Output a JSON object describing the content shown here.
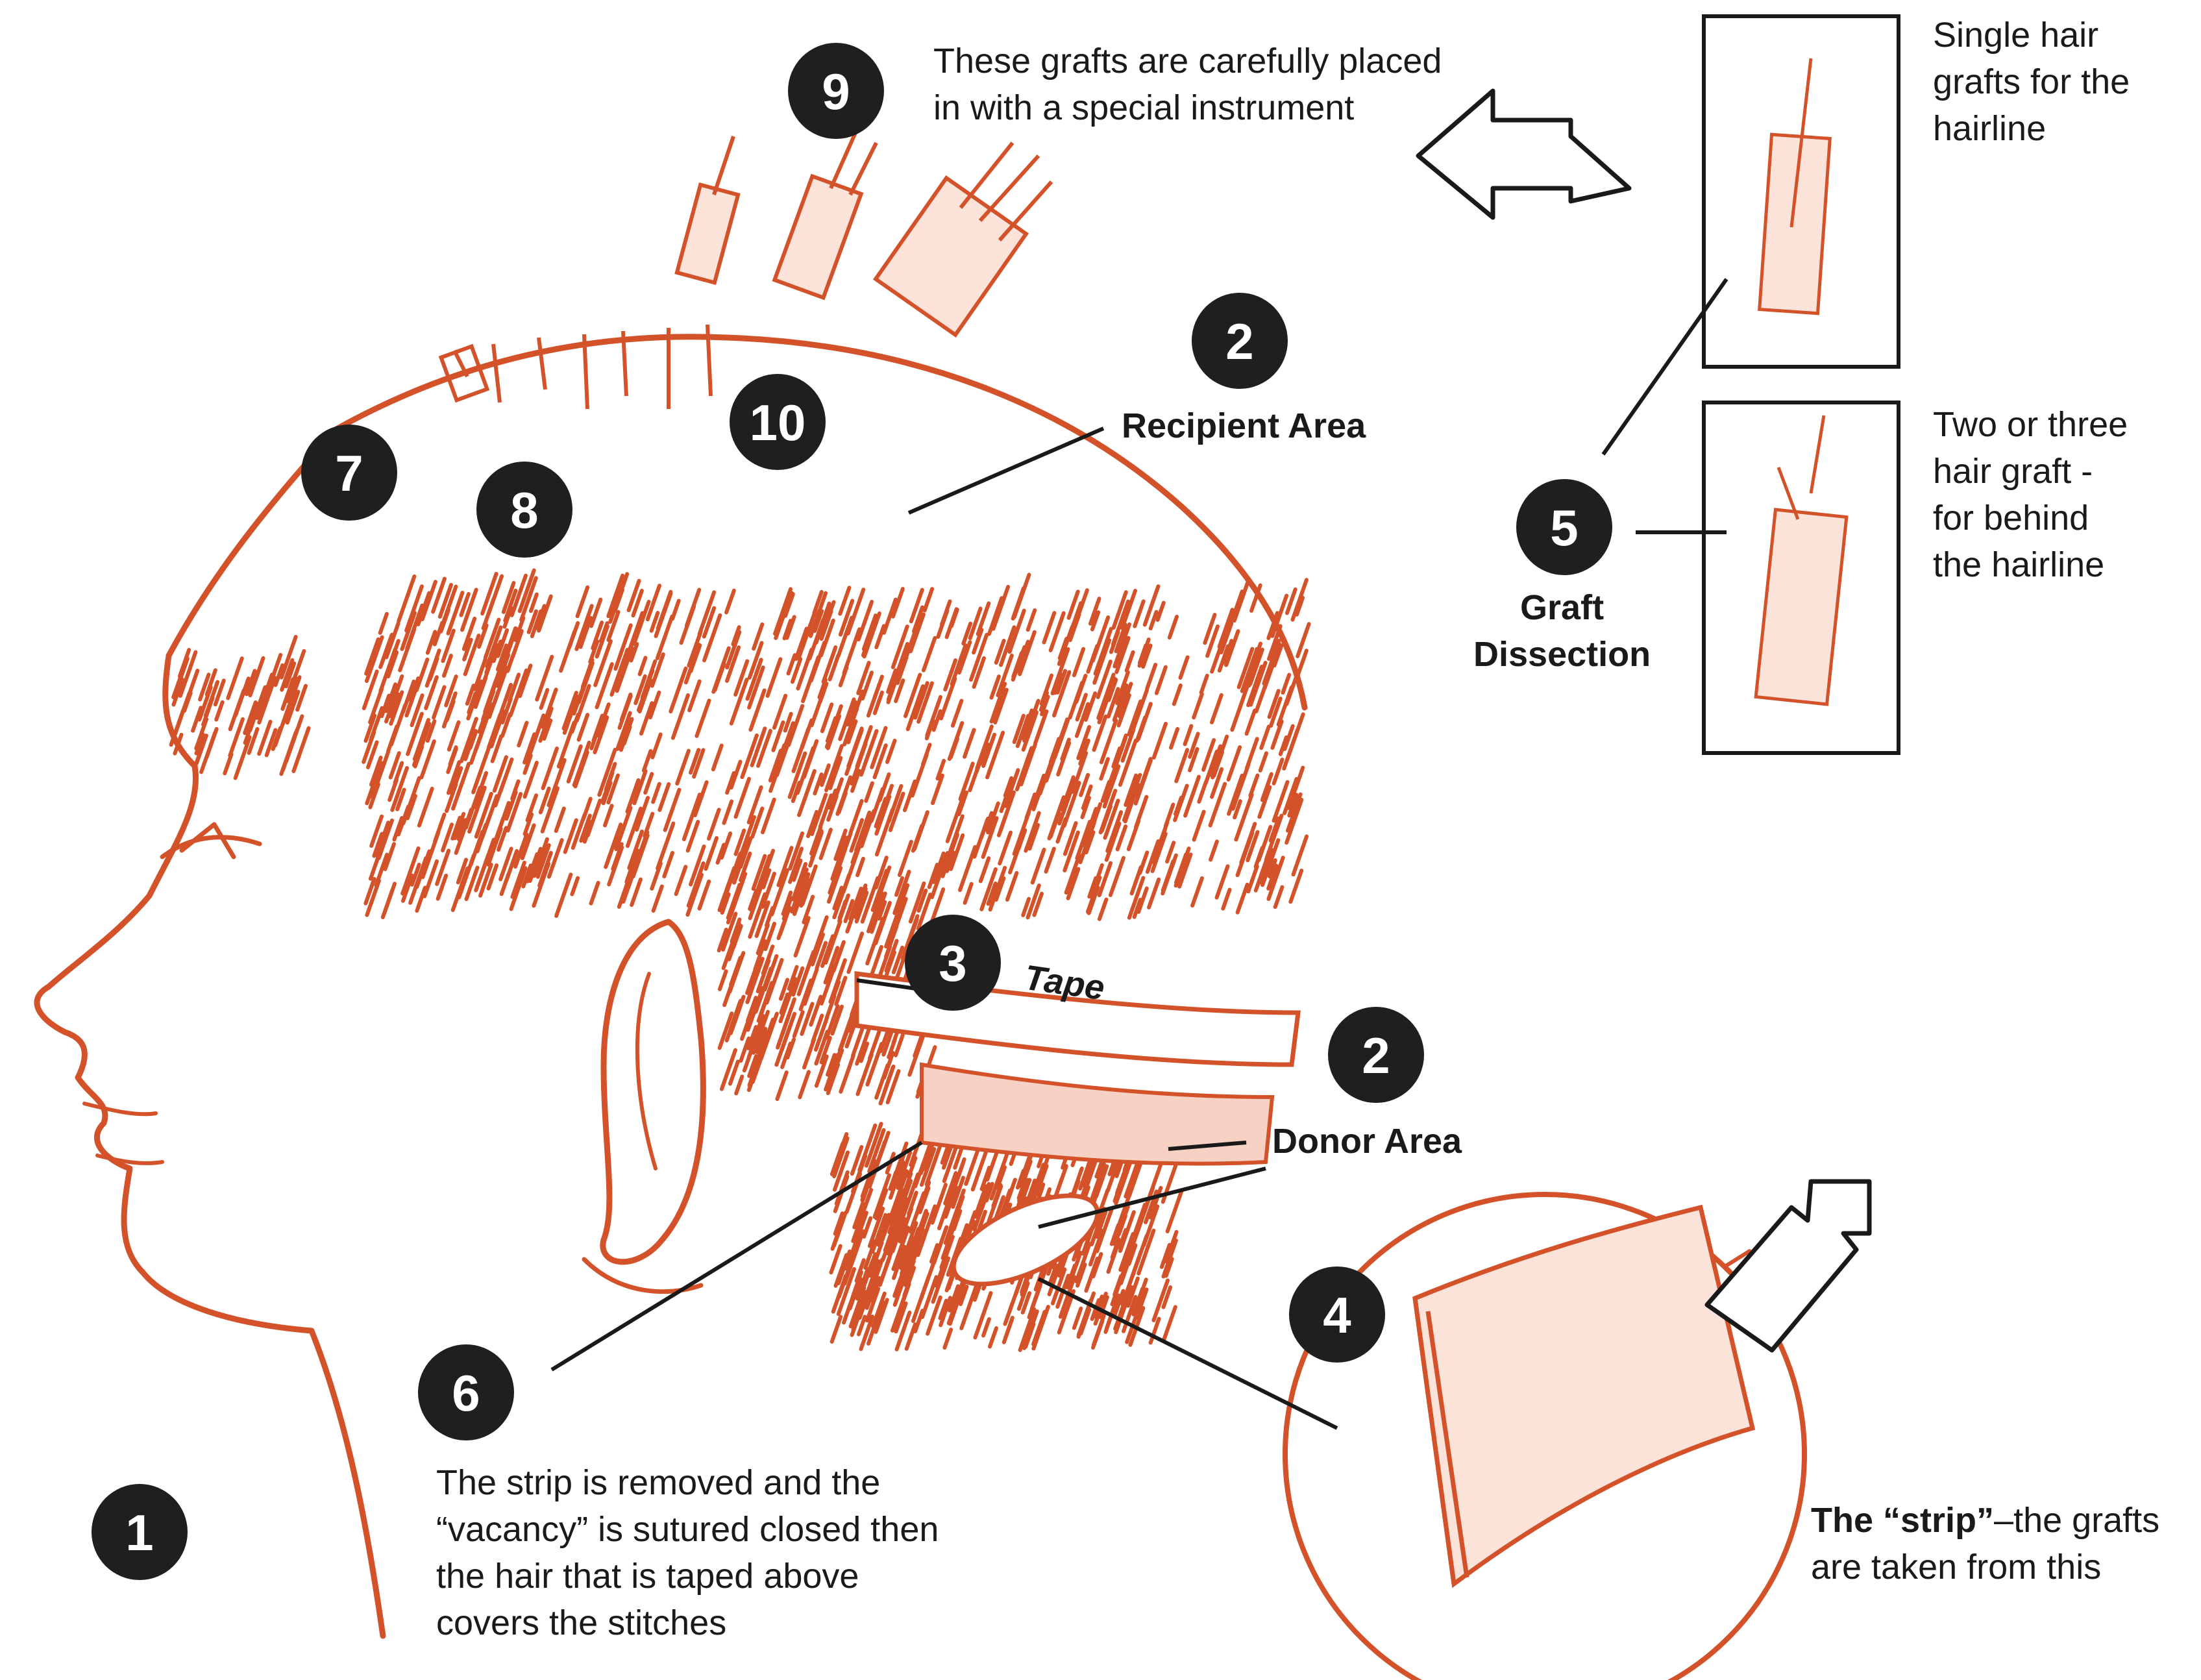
{
  "colors": {
    "sketch": "#d4522a",
    "ink": "#1a1a1a",
    "badge": "#1f1f1f",
    "paper": "#ffffff"
  },
  "badges": [
    {
      "label": "1",
      "target": "face"
    },
    {
      "label": "2",
      "target": "recipient-area"
    },
    {
      "label": "2",
      "target": "donor-area"
    },
    {
      "label": "3",
      "target": "tape"
    },
    {
      "label": "4",
      "target": "strip"
    },
    {
      "label": "5",
      "target": "graft-dissection"
    },
    {
      "label": "6",
      "target": "suture-line"
    },
    {
      "label": "7",
      "target": "hairline"
    },
    {
      "label": "8",
      "target": "hairline-grafts"
    },
    {
      "label": "9",
      "target": "grafts-placed"
    },
    {
      "label": "10",
      "target": "graft-rows"
    }
  ],
  "labels": {
    "placement": [
      "These grafts are carefully placed",
      "in with a special instrument"
    ],
    "recipient": "Recipient Area",
    "tape": "Tape",
    "donor": "Donor Area",
    "graft_dissection": [
      "Graft",
      "Dissection"
    ],
    "single_hair": [
      "Single hair",
      "grafts for the",
      "hairline"
    ],
    "two_three": [
      "Two or three",
      "hair graft -",
      "for behind",
      "the hairline"
    ],
    "suture": [
      "The strip is removed and the",
      "“vacancy” is sutured closed then",
      "the hair that is taped above",
      "covers the stitches"
    ],
    "strip_bold": "The “strip”",
    "strip_rest": "–the grafts",
    "strip_line2": "are taken from this"
  }
}
